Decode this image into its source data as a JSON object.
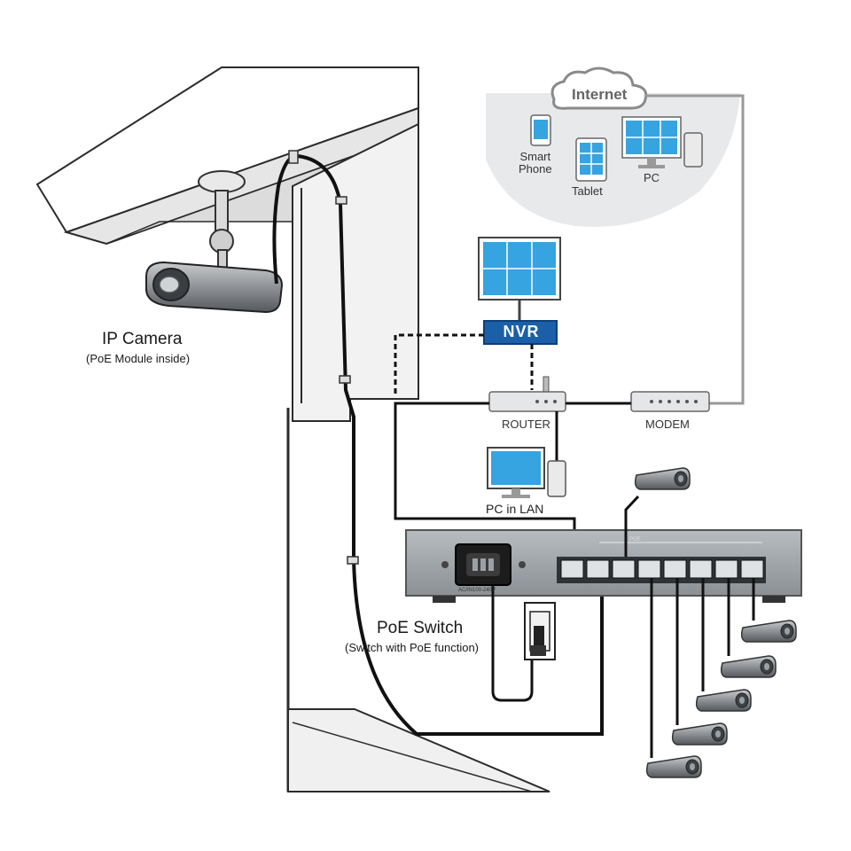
{
  "labels": {
    "ip_camera": "IP Camera",
    "ip_camera_sub": "(PoE Module inside)",
    "internet": "Internet",
    "smart_phone": "Smart\nPhone",
    "tablet": "Tablet",
    "pc": "PC",
    "nvr": "NVR",
    "router": "ROUTER",
    "modem": "MODEM",
    "pc_in_lan": "PC in LAN",
    "poe_switch": "PoE Switch",
    "poe_switch_sub": "(Switch with PoE function)",
    "poe_ports": "POE",
    "ac_input": "AC/IN100-240V"
  },
  "colors": {
    "screen_blue": "#35a4e0",
    "nvr_blue": "#1b5fa8",
    "switch_gray": "#9aa0a5",
    "cable": "#111111"
  }
}
